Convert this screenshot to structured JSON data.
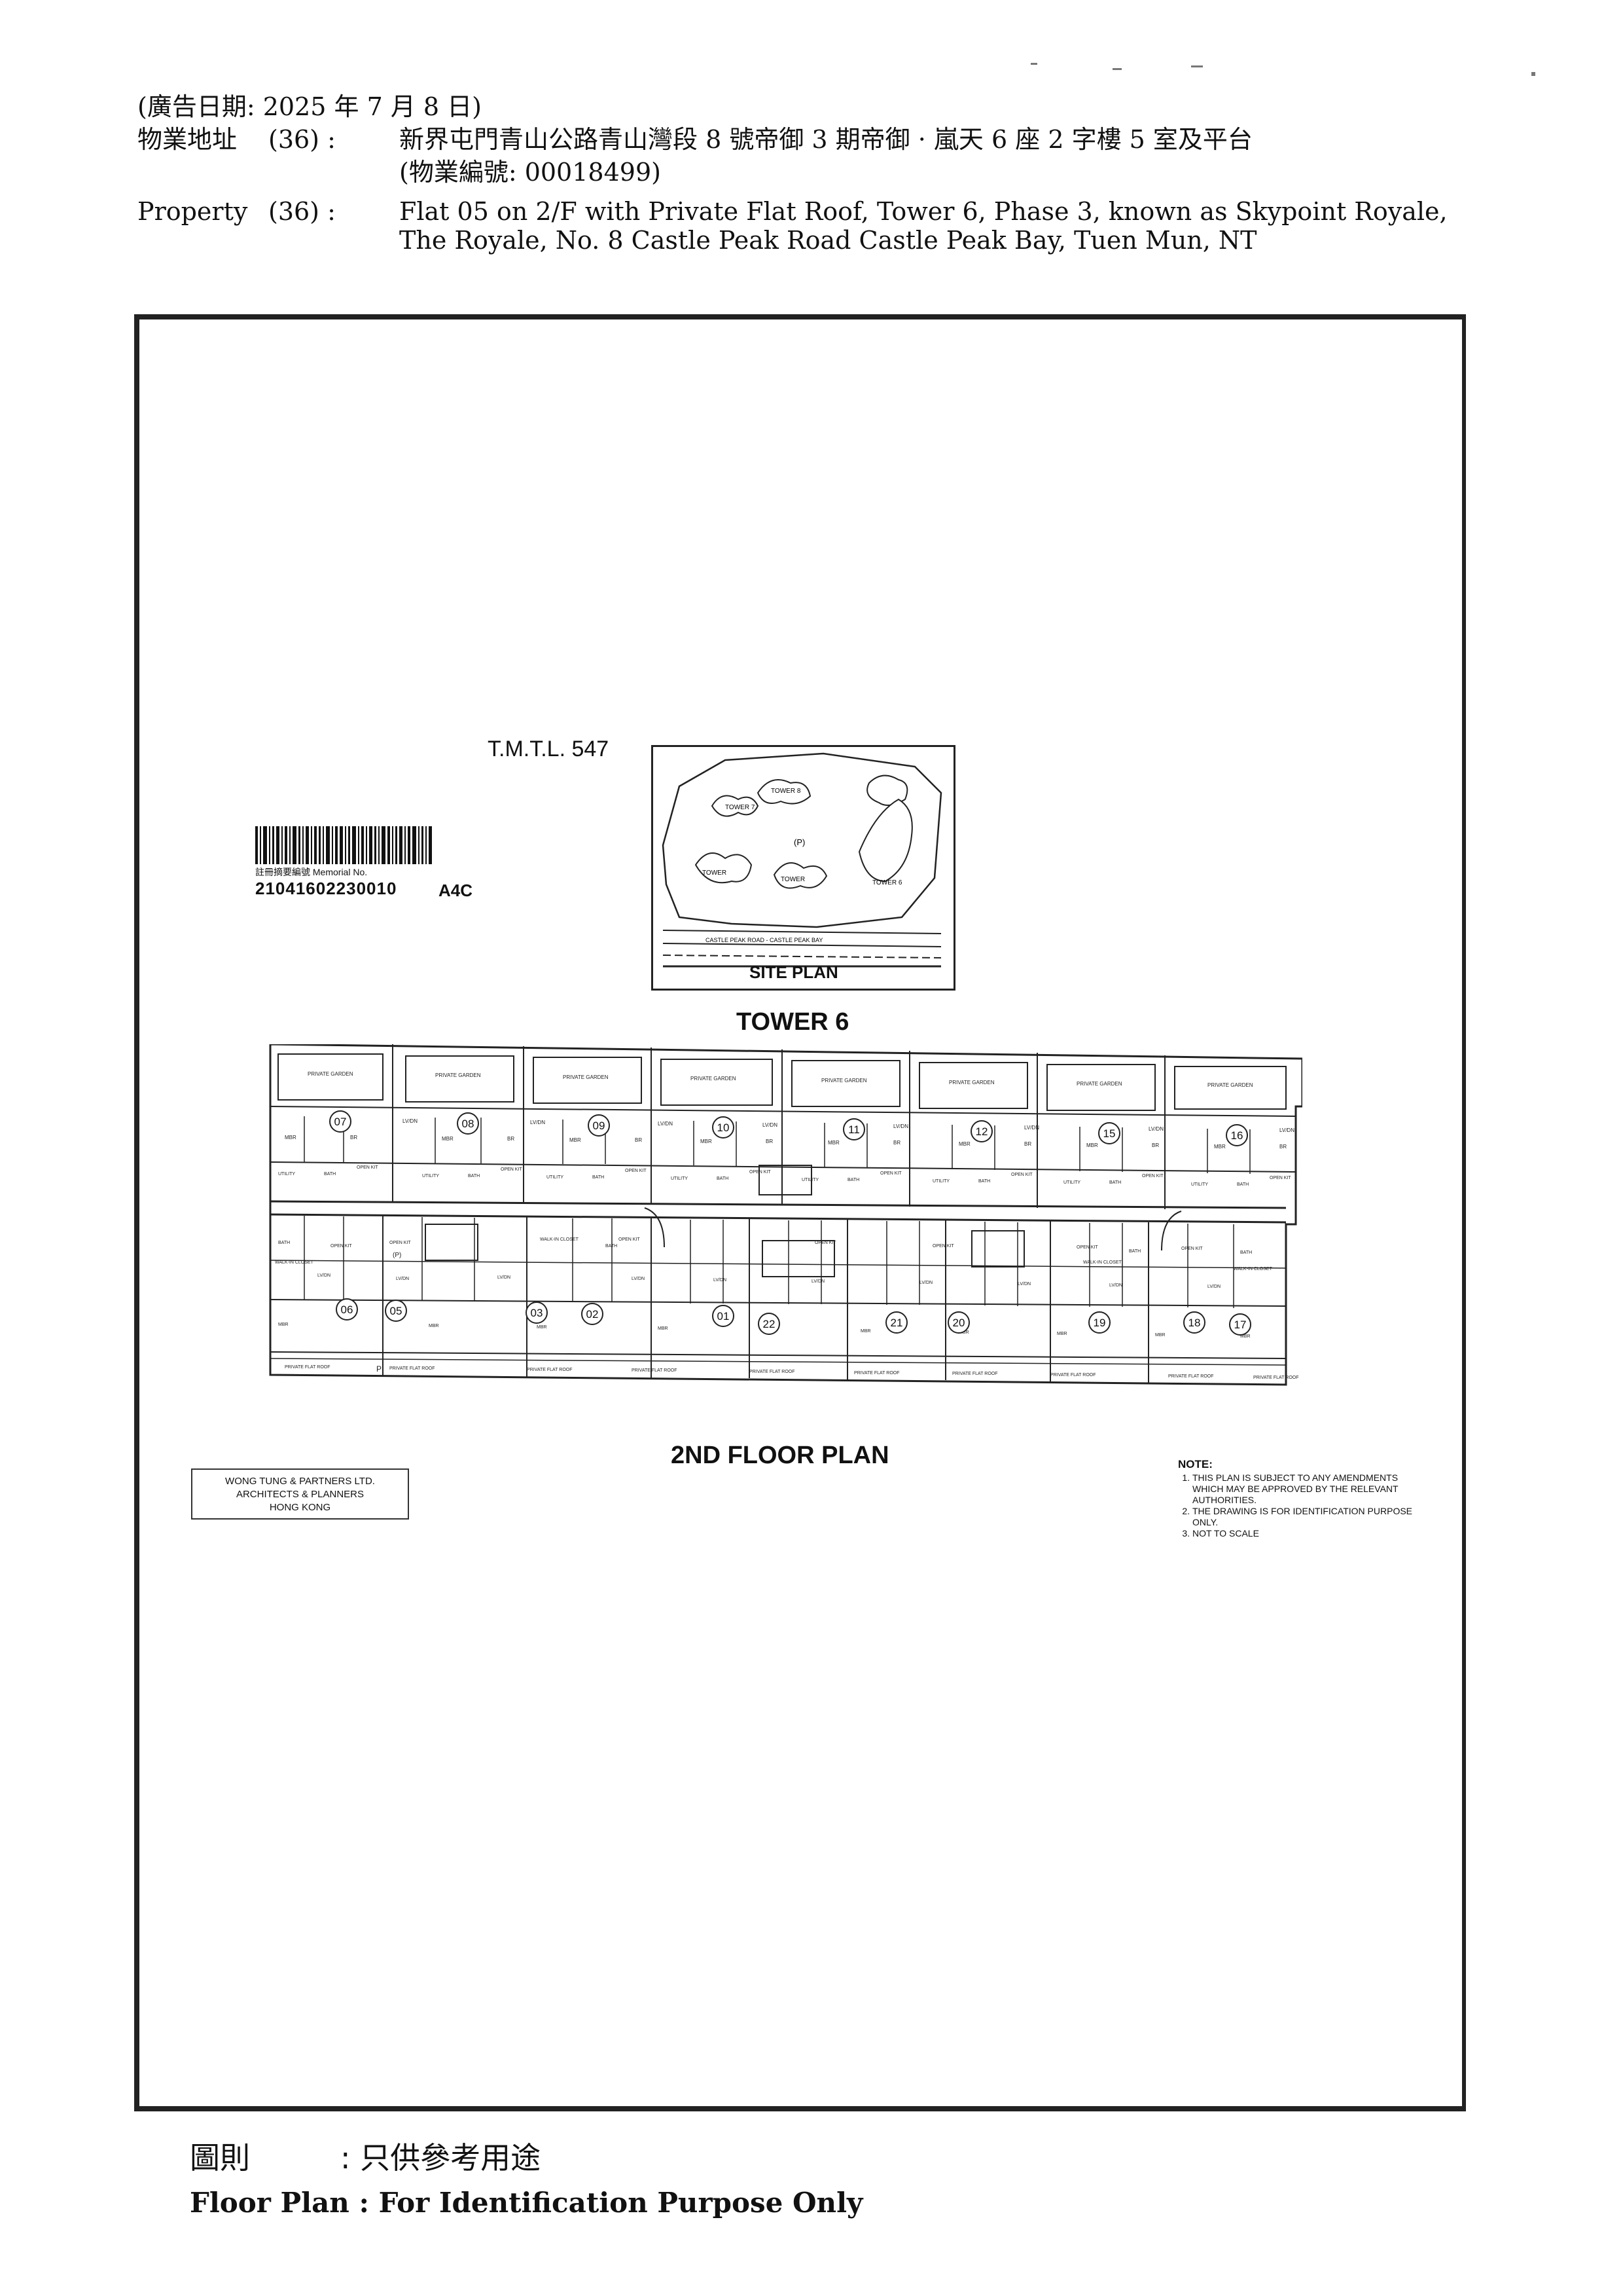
{
  "header": {
    "ad_date": "(廣告日期:   2025 年 7 月 8 日)",
    "address_label": "物業地址",
    "address_num": "(36) :",
    "address_cn": "新界屯門青山公路青山灣段 8 號帝御 3 期帝御 · 嵐天  6 座 2 字樓 5 室及平台",
    "property_code": "(物業編號: 00018499)",
    "property_label": "Property",
    "property_num": "(36) :",
    "property_en_line1": "Flat 05 on 2/F with Private Flat Roof, Tower 6, Phase 3, known as Skypoint Royale,",
    "property_en_line2": "The Royale, No. 8 Castle Peak Road Castle Peak Bay, Tuen Mun, NT"
  },
  "plan": {
    "lot": "T.M.T.L. 547",
    "site_plan_label": "SITE PLAN",
    "site_plan_center": "(P)",
    "site_plan_road": "CASTLE PEAK ROAD - CASTLE PEAK BAY",
    "site_towers": [
      "TOWER 7",
      "TOWER 8",
      "TOWER",
      "TOWER",
      "TOWER 6"
    ],
    "memorial_label": "註冊摘要編號 Memorial No.",
    "memorial_no": "21041602230010",
    "memorial_code": "A4C",
    "tower_title": "TOWER 6",
    "plan_title": "2ND FLOOR PLAN",
    "architect_lines": [
      "WONG TUNG & PARTNERS LTD.",
      "ARCHITECTS & PLANNERS",
      "HONG KONG"
    ],
    "notes_title": "NOTE:",
    "notes": [
      "THIS PLAN IS SUBJECT TO ANY AMENDMENTS WHICH MAY BE APPROVED BY THE RELEVANT AUTHORITIES.",
      "THE DRAWING IS FOR IDENTIFICATION PURPOSE ONLY.",
      "NOT TO SCALE"
    ],
    "flats_top": [
      "07",
      "08",
      "09",
      "10",
      "11",
      "12",
      "15",
      "16"
    ],
    "flats_bottom": [
      "06",
      "05",
      "03",
      "02",
      "01",
      "22",
      "21",
      "20",
      "19",
      "18",
      "17"
    ],
    "room_labels": {
      "private_garden": "PRIVATE GARDEN",
      "private_flat_roof": "PRIVATE FLAT ROOF",
      "mbr": "MBR",
      "br": "BR",
      "lvdn": "LV/DN",
      "bath": "BATH",
      "open_kit": "OPEN KIT",
      "utility": "UTILITY",
      "walk_in_closet": "WALK-IN CLOSET",
      "p": "(P)"
    }
  },
  "footer": {
    "cn_label": "圖則",
    "cn_text": ": 只供參考用途",
    "en_text": "Floor Plan : For Identification Purpose Only"
  }
}
